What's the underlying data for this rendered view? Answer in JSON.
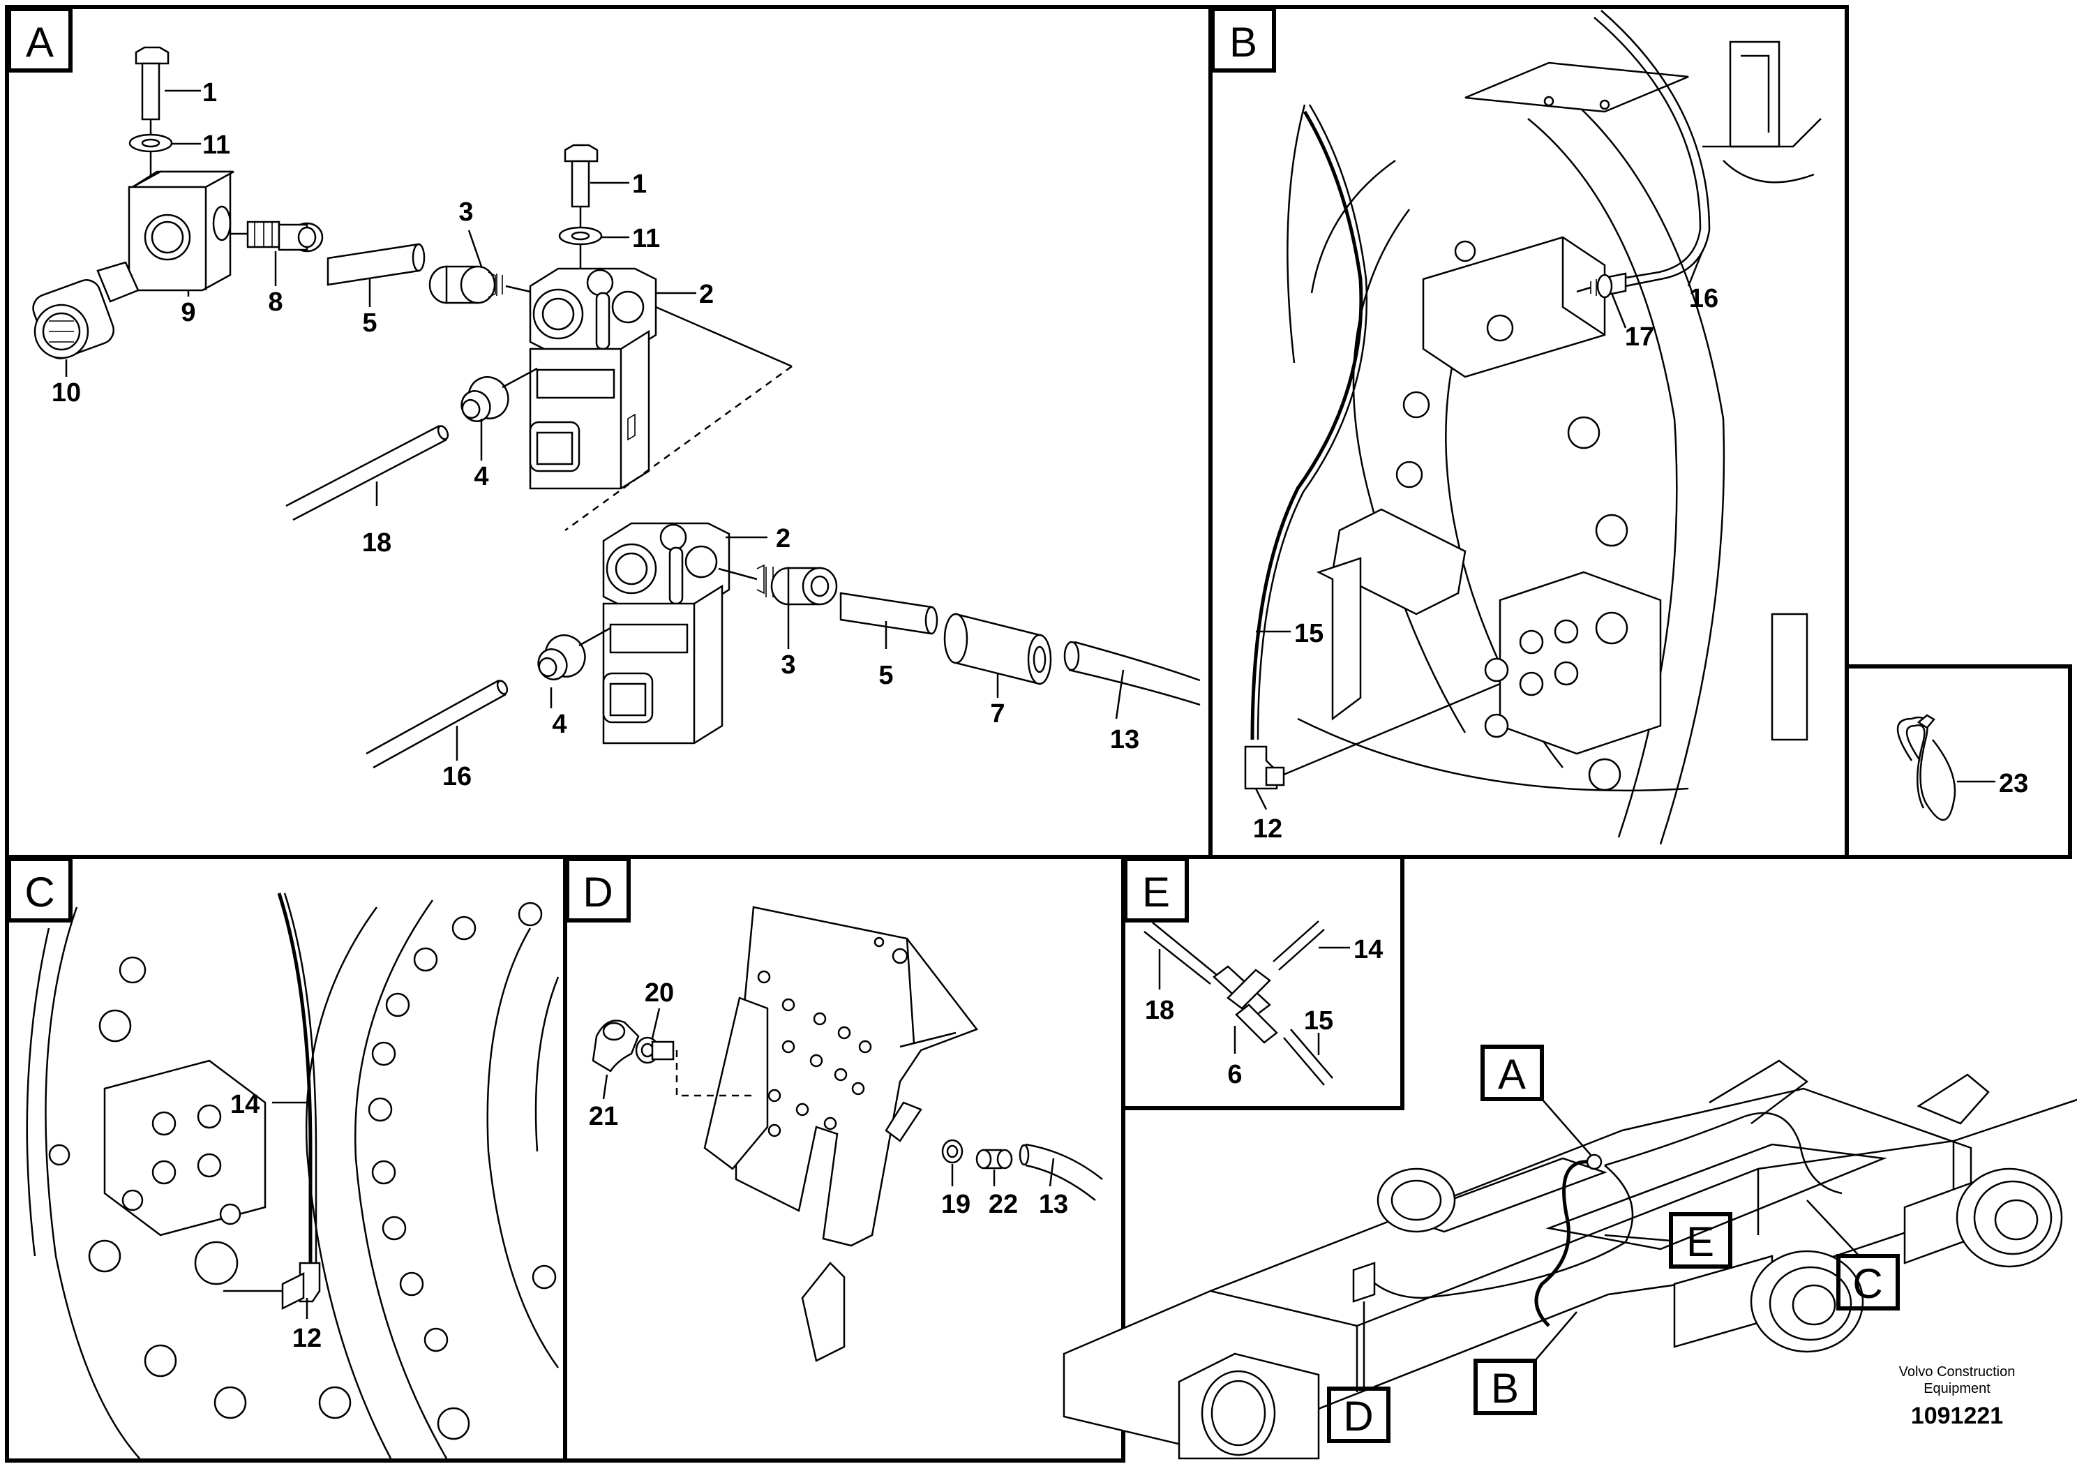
{
  "panels": [
    {
      "id": "A",
      "label": "A"
    },
    {
      "id": "B",
      "label": "B"
    },
    {
      "id": "C",
      "label": "C"
    },
    {
      "id": "D",
      "label": "D"
    },
    {
      "id": "E",
      "label": "E"
    }
  ],
  "panel_a_callouts": [
    "1",
    "11",
    "1",
    "11",
    "3",
    "2",
    "9",
    "8",
    "5",
    "10",
    "4",
    "18",
    "2",
    "3",
    "5",
    "7",
    "13",
    "4",
    "16"
  ],
  "panel_b_callouts": [
    "17",
    "16",
    "15",
    "12"
  ],
  "panel_b_inset_callouts": [
    "23"
  ],
  "panel_c_callouts": [
    "14",
    "12"
  ],
  "panel_d_callouts": [
    "20",
    "21",
    "19",
    "22",
    "13"
  ],
  "panel_e_callouts": [
    "14",
    "18",
    "15",
    "6"
  ],
  "overview_labels": [
    "A",
    "E",
    "C",
    "D",
    "B"
  ],
  "footer": {
    "brand_line1": "Volvo Construction",
    "brand_line2": "Equipment",
    "drawing_number": "1091221"
  }
}
